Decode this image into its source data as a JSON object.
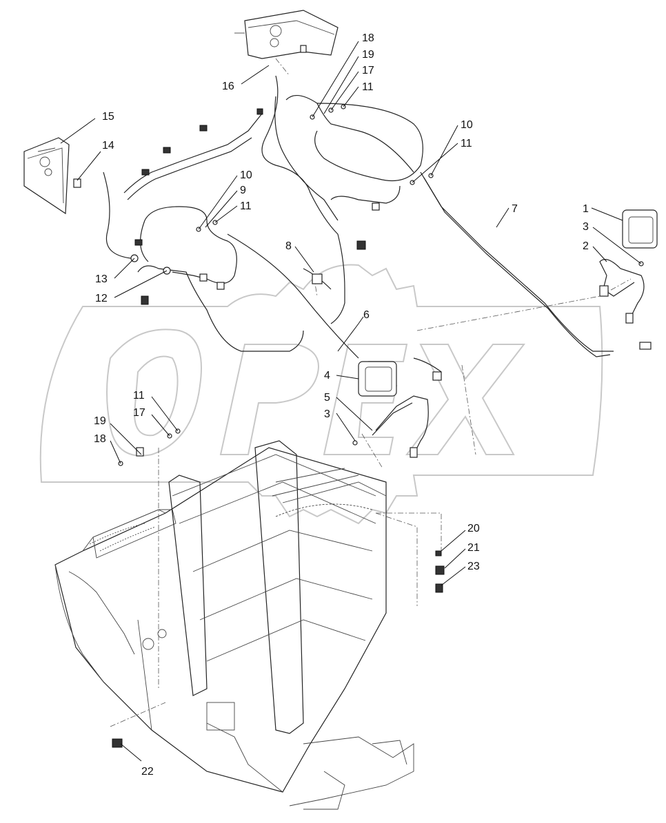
{
  "watermark": "OPEX",
  "callouts": [
    {
      "id": "c1",
      "label": "1"
    },
    {
      "id": "c3a",
      "label": "3"
    },
    {
      "id": "c2",
      "label": "2"
    },
    {
      "id": "c4",
      "label": "4"
    },
    {
      "id": "c5",
      "label": "5"
    },
    {
      "id": "c3b",
      "label": "3"
    },
    {
      "id": "c6",
      "label": "6"
    },
    {
      "id": "c7",
      "label": "7"
    },
    {
      "id": "c8",
      "label": "8"
    },
    {
      "id": "c9",
      "label": "9"
    },
    {
      "id": "c10a",
      "label": "10"
    },
    {
      "id": "c11a",
      "label": "11"
    },
    {
      "id": "c10b",
      "label": "10"
    },
    {
      "id": "c11b",
      "label": "11"
    },
    {
      "id": "c12",
      "label": "12"
    },
    {
      "id": "c13",
      "label": "13"
    },
    {
      "id": "c14",
      "label": "14"
    },
    {
      "id": "c15",
      "label": "15"
    },
    {
      "id": "c16",
      "label": "16"
    },
    {
      "id": "c18a",
      "label": "18"
    },
    {
      "id": "c19a",
      "label": "19"
    },
    {
      "id": "c17a",
      "label": "17"
    },
    {
      "id": "c11c",
      "label": "11"
    },
    {
      "id": "c11d",
      "label": "11"
    },
    {
      "id": "c17b",
      "label": "17"
    },
    {
      "id": "c19b",
      "label": "19"
    },
    {
      "id": "c18b",
      "label": "18"
    },
    {
      "id": "c20",
      "label": "20"
    },
    {
      "id": "c21",
      "label": "21"
    },
    {
      "id": "c23",
      "label": "23"
    },
    {
      "id": "c22",
      "label": "22"
    }
  ]
}
